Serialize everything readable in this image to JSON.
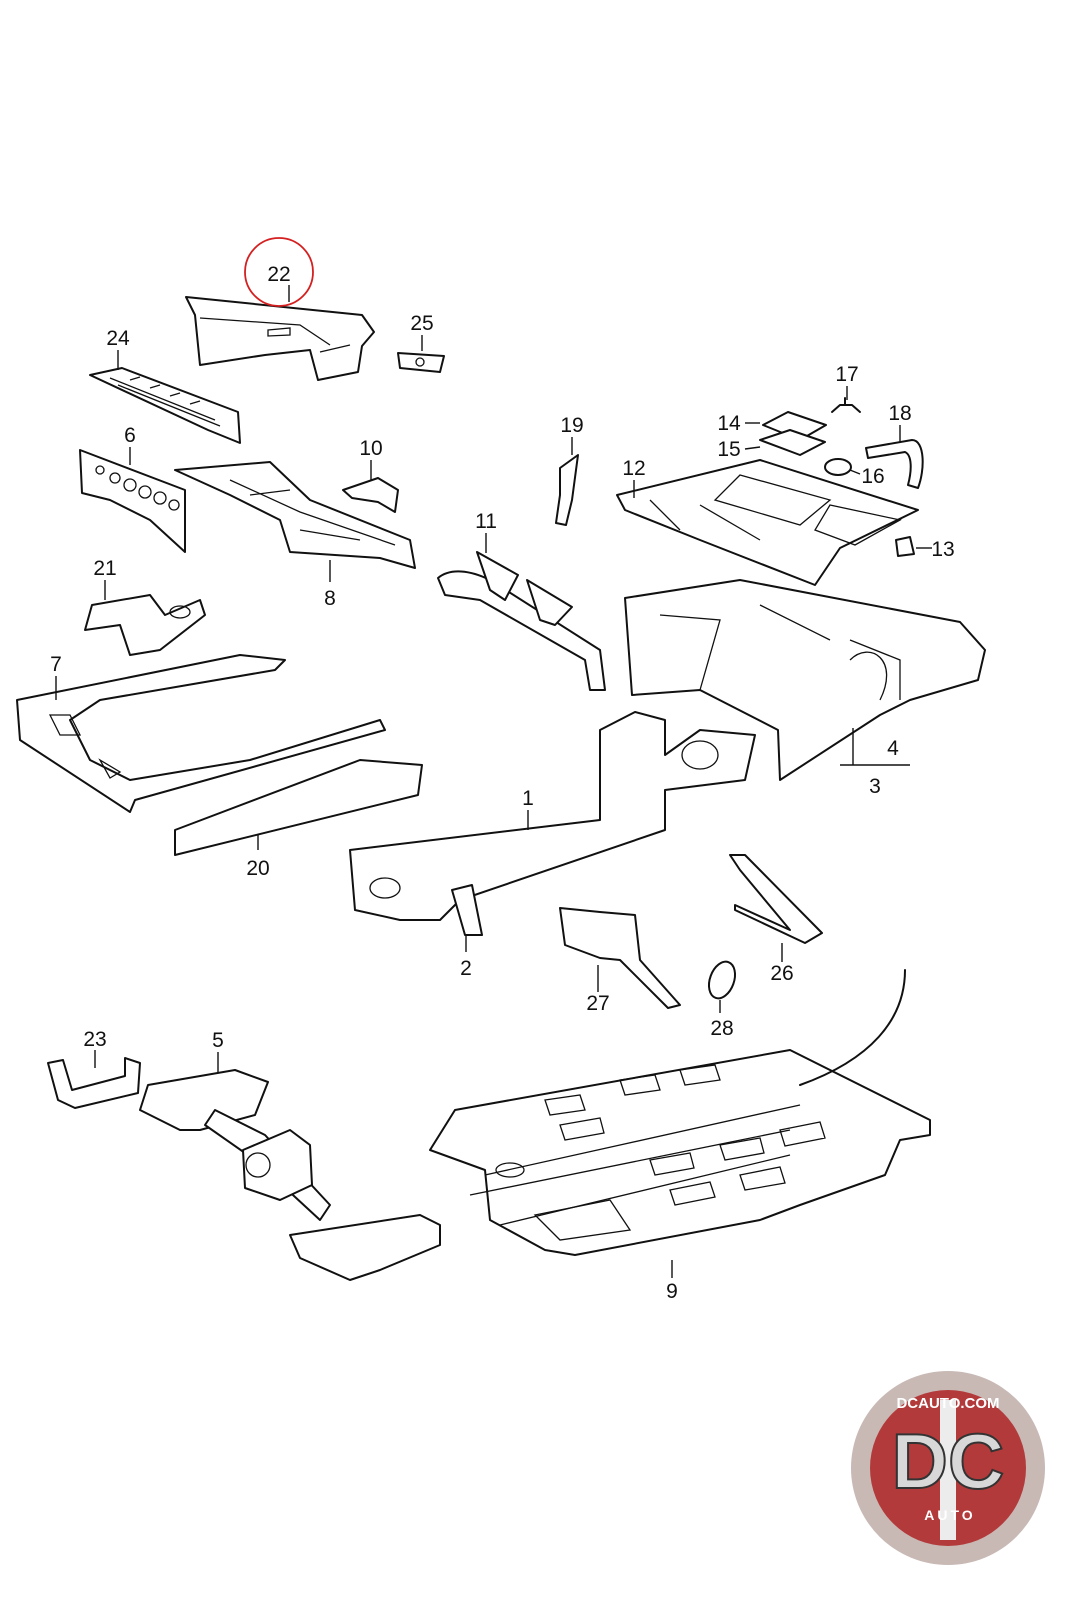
{
  "diagram": {
    "highlighted_label": "22",
    "labels": {
      "p1": "1",
      "p2": "2",
      "p3": "3",
      "p4": "4",
      "p5": "5",
      "p6": "6",
      "p7": "7",
      "p8": "8",
      "p9": "9",
      "p10": "10",
      "p11": "11",
      "p12": "12",
      "p13": "13",
      "p14": "14",
      "p15": "15",
      "p16": "16",
      "p17": "17",
      "p18": "18",
      "p19": "19",
      "p20": "20",
      "p21": "21",
      "p22": "22",
      "p23": "23",
      "p24": "24",
      "p25": "25",
      "p26": "26",
      "p27": "27",
      "p28": "28"
    }
  },
  "logo": {
    "site": "DCAUTO.COM",
    "letters": "DC",
    "word": "AUTO",
    "colors": {
      "ring": "#c8b9b5",
      "center": "#b33a3a",
      "highlight": "#d42020"
    }
  }
}
